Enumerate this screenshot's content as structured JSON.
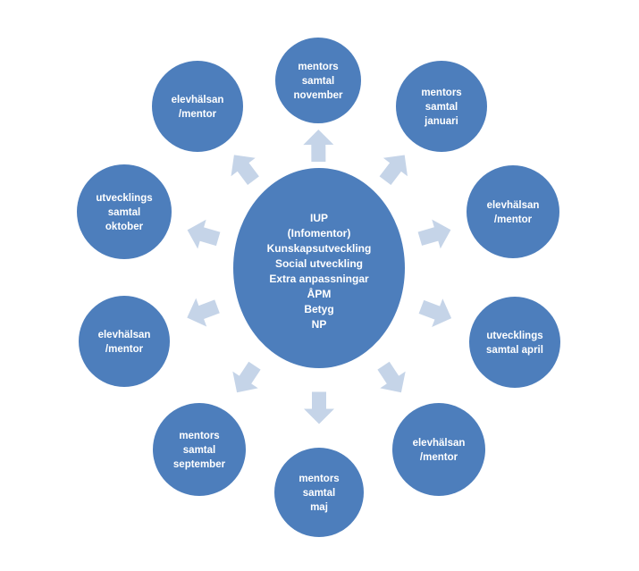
{
  "colors": {
    "node_fill": "#4d7ebc",
    "arrow_fill": "#c5d4e8"
  },
  "center": {
    "lines": [
      "IUP",
      "(Infomentor)",
      "Kunskapsutveckling",
      "Social utveckling",
      "Extra anpassningar",
      "ÅPM",
      "Betyg",
      "NP"
    ]
  },
  "nodes": [
    {
      "id": "mentors-samtal-november",
      "lines": [
        "mentors",
        "samtal",
        "november"
      ]
    },
    {
      "id": "mentors-samtal-januari",
      "lines": [
        "mentors",
        "samtal",
        "januari"
      ]
    },
    {
      "id": "elevhalsan-mentor-1",
      "lines": [
        "elevhälsan",
        "/mentor"
      ]
    },
    {
      "id": "utvecklings-samtal-april",
      "lines": [
        "utvecklings",
        "samtal april"
      ]
    },
    {
      "id": "elevhalsan-mentor-2",
      "lines": [
        "elevhälsan",
        "/mentor"
      ]
    },
    {
      "id": "mentors-samtal-maj",
      "lines": [
        "mentors",
        "samtal",
        "maj"
      ]
    },
    {
      "id": "mentors-samtal-september",
      "lines": [
        "mentors",
        "samtal",
        "september"
      ]
    },
    {
      "id": "elevhalsan-mentor-3",
      "lines": [
        "elevhälsan",
        "/mentor"
      ]
    },
    {
      "id": "utvecklings-samtal-oktober",
      "lines": [
        "utvecklings",
        "samtal",
        "oktober"
      ]
    },
    {
      "id": "elevhalsan-mentor-4",
      "lines": [
        "elevhälsan",
        "/mentor"
      ]
    }
  ]
}
